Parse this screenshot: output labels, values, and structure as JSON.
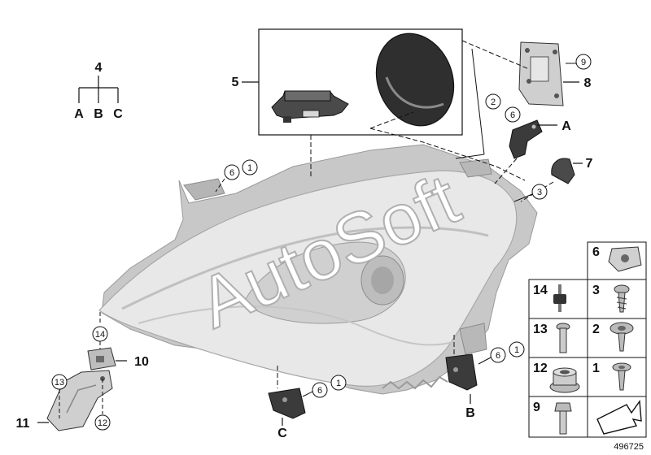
{
  "diagram": {
    "group_label": "4",
    "group_children": [
      "A",
      "B",
      "C"
    ],
    "callouts": {
      "p5": "5",
      "p7": "7",
      "p8": "8",
      "p10": "10",
      "p11": "11",
      "refA": "A",
      "refB": "B",
      "refC": "C"
    },
    "circled": {
      "c9": "9",
      "c2": "2",
      "c6a": "6",
      "c3": "3",
      "c6b": "6",
      "c1b": "1",
      "c14": "14",
      "c13": "13",
      "c12": "12",
      "c6c": "6",
      "c1c": "1",
      "c6d": "6",
      "c1d": "1"
    },
    "watermark": "AutoSoft",
    "image_number": "496725"
  },
  "legend": {
    "cells": [
      {
        "num": "6",
        "icon": "spring-nut-icon"
      },
      {
        "num": "14",
        "icon": "rubber-mount-icon"
      },
      {
        "num": "3",
        "icon": "tapping-screw-icon"
      },
      {
        "num": "13",
        "icon": "bolt-icon"
      },
      {
        "num": "2",
        "icon": "washer-screw-icon"
      },
      {
        "num": "12",
        "icon": "collar-nut-icon"
      },
      {
        "num": "1",
        "icon": "flange-screw-icon"
      },
      {
        "num": "9",
        "icon": "hex-bolt-icon"
      }
    ]
  },
  "colors": {
    "stroke": "#111111",
    "headlight_fill": "#d4d4d4",
    "headlight_dark": "#a9a9a9",
    "watermark": "#bdbdbd",
    "part_dark": "#3a3a3a"
  }
}
